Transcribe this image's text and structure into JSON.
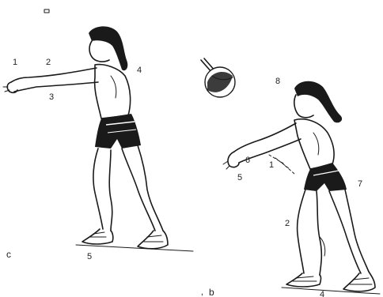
{
  "figure_c": {
    "panel_label": "c",
    "numbers": [
      "1",
      "2",
      "3",
      "4",
      "5"
    ]
  },
  "figure_b": {
    "panel_label": "b",
    "numbers": [
      "1",
      "2",
      "4",
      "5",
      "6",
      "7",
      "8"
    ]
  }
}
